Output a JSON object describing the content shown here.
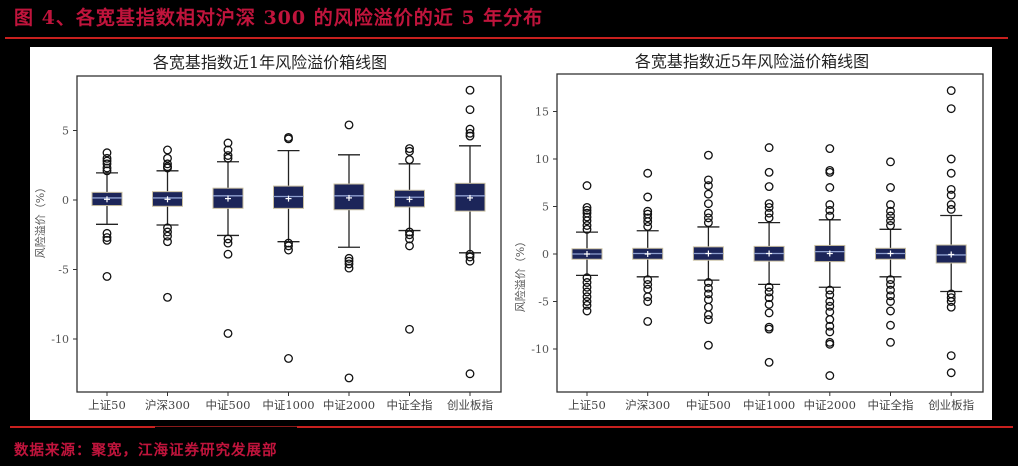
{
  "figure": {
    "title": "图 4、各宽基指数相对沪深 300 的风险溢价的近 5 年分布",
    "source": "数据来源：聚宽，江海证券研究发展部"
  },
  "colors": {
    "accent_red": "#c0143c",
    "rule_red": "#c8201e",
    "box_fill": "#1c2559",
    "box_edge": "#c9bfa0",
    "median_line": "#8fa0d0",
    "mean_marker": "#ffffff"
  },
  "chart_data": [
    {
      "type": "box",
      "title": "各宽基指数近1年风险溢价箱线图",
      "xlabel": "",
      "ylabel": "风险溢价（%）",
      "ylim": [
        -13.5,
        9
      ],
      "yticks": [
        5,
        0,
        -5,
        -10
      ],
      "ytick_labels": [
        "5",
        "0",
        "-5",
        "-10"
      ],
      "grid": false,
      "legend": null,
      "categories": [
        "上证50",
        "沪深300",
        "中证500",
        "中证1000",
        "中证2000",
        "中证全指",
        "创业板指"
      ],
      "boxes": [
        {
          "q1": -0.4,
          "median": 0.15,
          "q3": 0.55,
          "whisker_low": -1.75,
          "whisker_high": 1.95,
          "mean": 0.05,
          "outliers": [
            3.4,
            3.0,
            2.8,
            2.6,
            2.3,
            2.1,
            -2.4,
            -2.7,
            -2.9,
            -5.5
          ]
        },
        {
          "q1": -0.45,
          "median": 0.15,
          "q3": 0.6,
          "whisker_low": -1.8,
          "whisker_high": 2.1,
          "mean": 0.05,
          "outliers": [
            3.6,
            3.0,
            2.6,
            2.4,
            2.3,
            -2.0,
            -2.3,
            -2.6,
            -3.0,
            -7.0
          ]
        },
        {
          "q1": -0.6,
          "median": 0.3,
          "q3": 0.85,
          "whisker_low": -2.55,
          "whisker_high": 2.75,
          "mean": 0.1,
          "outliers": [
            4.1,
            3.6,
            3.2,
            3.0,
            -2.8,
            -3.1,
            -3.9,
            -9.6
          ]
        },
        {
          "q1": -0.6,
          "median": 0.25,
          "q3": 1.0,
          "whisker_low": -3.0,
          "whisker_high": 3.55,
          "mean": 0.1,
          "outliers": [
            4.5,
            4.4,
            -3.1,
            -3.3,
            -3.6,
            -11.4
          ]
        },
        {
          "q1": -0.7,
          "median": 0.3,
          "q3": 1.15,
          "whisker_low": -3.4,
          "whisker_high": 3.25,
          "mean": 0.15,
          "outliers": [
            5.4,
            -4.2,
            -4.4,
            -4.6,
            -4.9,
            -12.8
          ]
        },
        {
          "q1": -0.5,
          "median": 0.2,
          "q3": 0.7,
          "whisker_low": -2.2,
          "whisker_high": 2.6,
          "mean": 0.05,
          "outliers": [
            3.7,
            3.5,
            2.9,
            -2.3,
            -2.5,
            -2.8,
            -3.3,
            -9.3
          ]
        },
        {
          "q1": -0.8,
          "median": 0.3,
          "q3": 1.2,
          "whisker_low": -3.8,
          "whisker_high": 3.9,
          "mean": 0.15,
          "outliers": [
            7.9,
            6.5,
            5.1,
            4.8,
            4.6,
            -3.9,
            -4.1,
            -4.4,
            -12.5
          ]
        }
      ]
    },
    {
      "type": "box",
      "title": "各宽基指数近5年风险溢价箱线图",
      "xlabel": "",
      "ylabel": "风险溢价（%）",
      "ylim": [
        -14,
        19
      ],
      "yticks": [
        15,
        10,
        5,
        0,
        -5,
        -10
      ],
      "ytick_labels": [
        "15",
        "10",
        "5",
        "0",
        "-5",
        "-10"
      ],
      "grid": false,
      "legend": null,
      "categories": [
        "上证50",
        "沪深300",
        "中证500",
        "中证1000",
        "中证2000",
        "中证全指",
        "创业板指"
      ],
      "boxes": [
        {
          "q1": -0.55,
          "median": 0.0,
          "q3": 0.55,
          "whisker_low": -2.25,
          "whisker_high": 2.3,
          "mean": 0.0,
          "outliers": [
            7.2,
            4.9,
            4.6,
            4.3,
            3.9,
            3.5,
            3.0,
            2.6,
            -2.5,
            -3.0,
            -3.5,
            -4.0,
            -4.5,
            -5.0,
            -5.4,
            -6.0
          ]
        },
        {
          "q1": -0.55,
          "median": 0.05,
          "q3": 0.6,
          "whisker_low": -2.4,
          "whisker_high": 2.45,
          "mean": 0.0,
          "outliers": [
            8.5,
            6.0,
            4.5,
            4.2,
            3.8,
            3.4,
            2.9,
            -2.7,
            -3.2,
            -3.7,
            -4.5,
            -5.0,
            -7.1
          ]
        },
        {
          "q1": -0.65,
          "median": 0.05,
          "q3": 0.75,
          "whisker_low": -2.75,
          "whisker_high": 2.85,
          "mean": 0.05,
          "outliers": [
            10.4,
            7.8,
            7.2,
            6.3,
            5.3,
            4.3,
            3.8,
            3.3,
            -3.0,
            -3.6,
            -4.2,
            -4.8,
            -5.6,
            -6.4,
            -6.9,
            -9.6
          ]
        },
        {
          "q1": -0.75,
          "median": 0.05,
          "q3": 0.8,
          "whisker_low": -3.2,
          "whisker_high": 3.3,
          "mean": 0.05,
          "outliers": [
            11.2,
            8.6,
            7.1,
            5.3,
            4.9,
            4.3,
            3.8,
            -3.5,
            -4.0,
            -4.6,
            -5.3,
            -6.2,
            -7.7,
            -7.9,
            -11.4
          ]
        },
        {
          "q1": -0.8,
          "median": 0.25,
          "q3": 0.9,
          "whisker_low": -3.5,
          "whisker_high": 3.6,
          "mean": 0.05,
          "outliers": [
            11.1,
            8.8,
            8.6,
            7.0,
            5.2,
            4.6,
            4.0,
            -3.8,
            -4.3,
            -5.0,
            -5.5,
            -6.1,
            -6.9,
            -7.6,
            -8.2,
            -9.3,
            -9.5,
            -12.8
          ]
        },
        {
          "q1": -0.55,
          "median": 0.05,
          "q3": 0.6,
          "whisker_low": -2.4,
          "whisker_high": 2.6,
          "mean": 0.05,
          "outliers": [
            9.7,
            7.0,
            5.2,
            4.5,
            4.0,
            3.5,
            3.0,
            -2.7,
            -3.2,
            -3.8,
            -4.4,
            -5.0,
            -6.0,
            -7.5,
            -9.3
          ]
        },
        {
          "q1": -0.95,
          "median": -0.1,
          "q3": 0.95,
          "whisker_low": -3.95,
          "whisker_high": 4.05,
          "mean": -0.05,
          "outliers": [
            17.2,
            15.3,
            10.0,
            8.5,
            6.8,
            6.2,
            5.2,
            4.7,
            -4.2,
            -4.6,
            -5.0,
            -5.6,
            -10.7,
            -12.5
          ]
        }
      ]
    }
  ]
}
